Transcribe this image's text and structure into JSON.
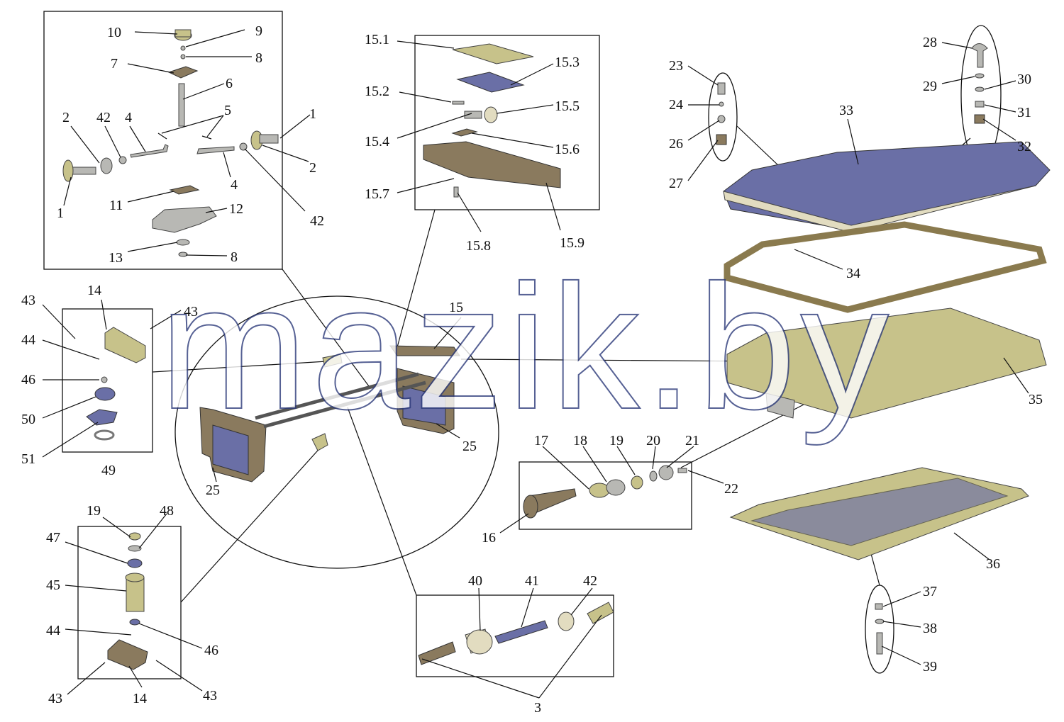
{
  "watermark": "mazik.by",
  "labels": {
    "p10": "10",
    "p9": "9",
    "p8a": "8",
    "p7": "7",
    "p6": "6",
    "p5": "5",
    "p2a": "2",
    "p42a": "42",
    "p4a": "4",
    "p1a": "1",
    "p2b": "2",
    "p4b": "4",
    "p42b": "42",
    "p1b": "1",
    "p11": "11",
    "p12": "12",
    "p13": "13",
    "p8b": "8",
    "p15_1": "15.1",
    "p15_2": "15.2",
    "p15_3": "15.3",
    "p15_4": "15.4",
    "p15_5": "15.5",
    "p15_6": "15.6",
    "p15_7": "15.7",
    "p15_8": "15.8",
    "p15_9": "15.9",
    "p23": "23",
    "p24": "24",
    "p26": "26",
    "p27": "27",
    "p28": "28",
    "p29": "29",
    "p30": "30",
    "p31": "31",
    "p32": "32",
    "p33": "33",
    "p34": "34",
    "p35": "35",
    "p36": "36",
    "p37": "37",
    "p38": "38",
    "p39": "39",
    "p43a": "43",
    "p43b": "43",
    "p44a": "44",
    "p46a": "46",
    "p50": "50",
    "p51": "51",
    "p49": "49",
    "p14a": "14",
    "p15": "15",
    "p25a": "25",
    "p25b": "25",
    "p17": "17",
    "p18": "18",
    "p19a": "19",
    "p20": "20",
    "p21": "21",
    "p22": "22",
    "p16": "16",
    "p19b": "19",
    "p48": "48",
    "p47": "47",
    "p45": "45",
    "p44b": "44",
    "p46b": "46",
    "p43c": "43",
    "p14b": "14",
    "p43d": "43",
    "p40": "40",
    "p41": "41",
    "p42c": "42",
    "p3": "3"
  }
}
